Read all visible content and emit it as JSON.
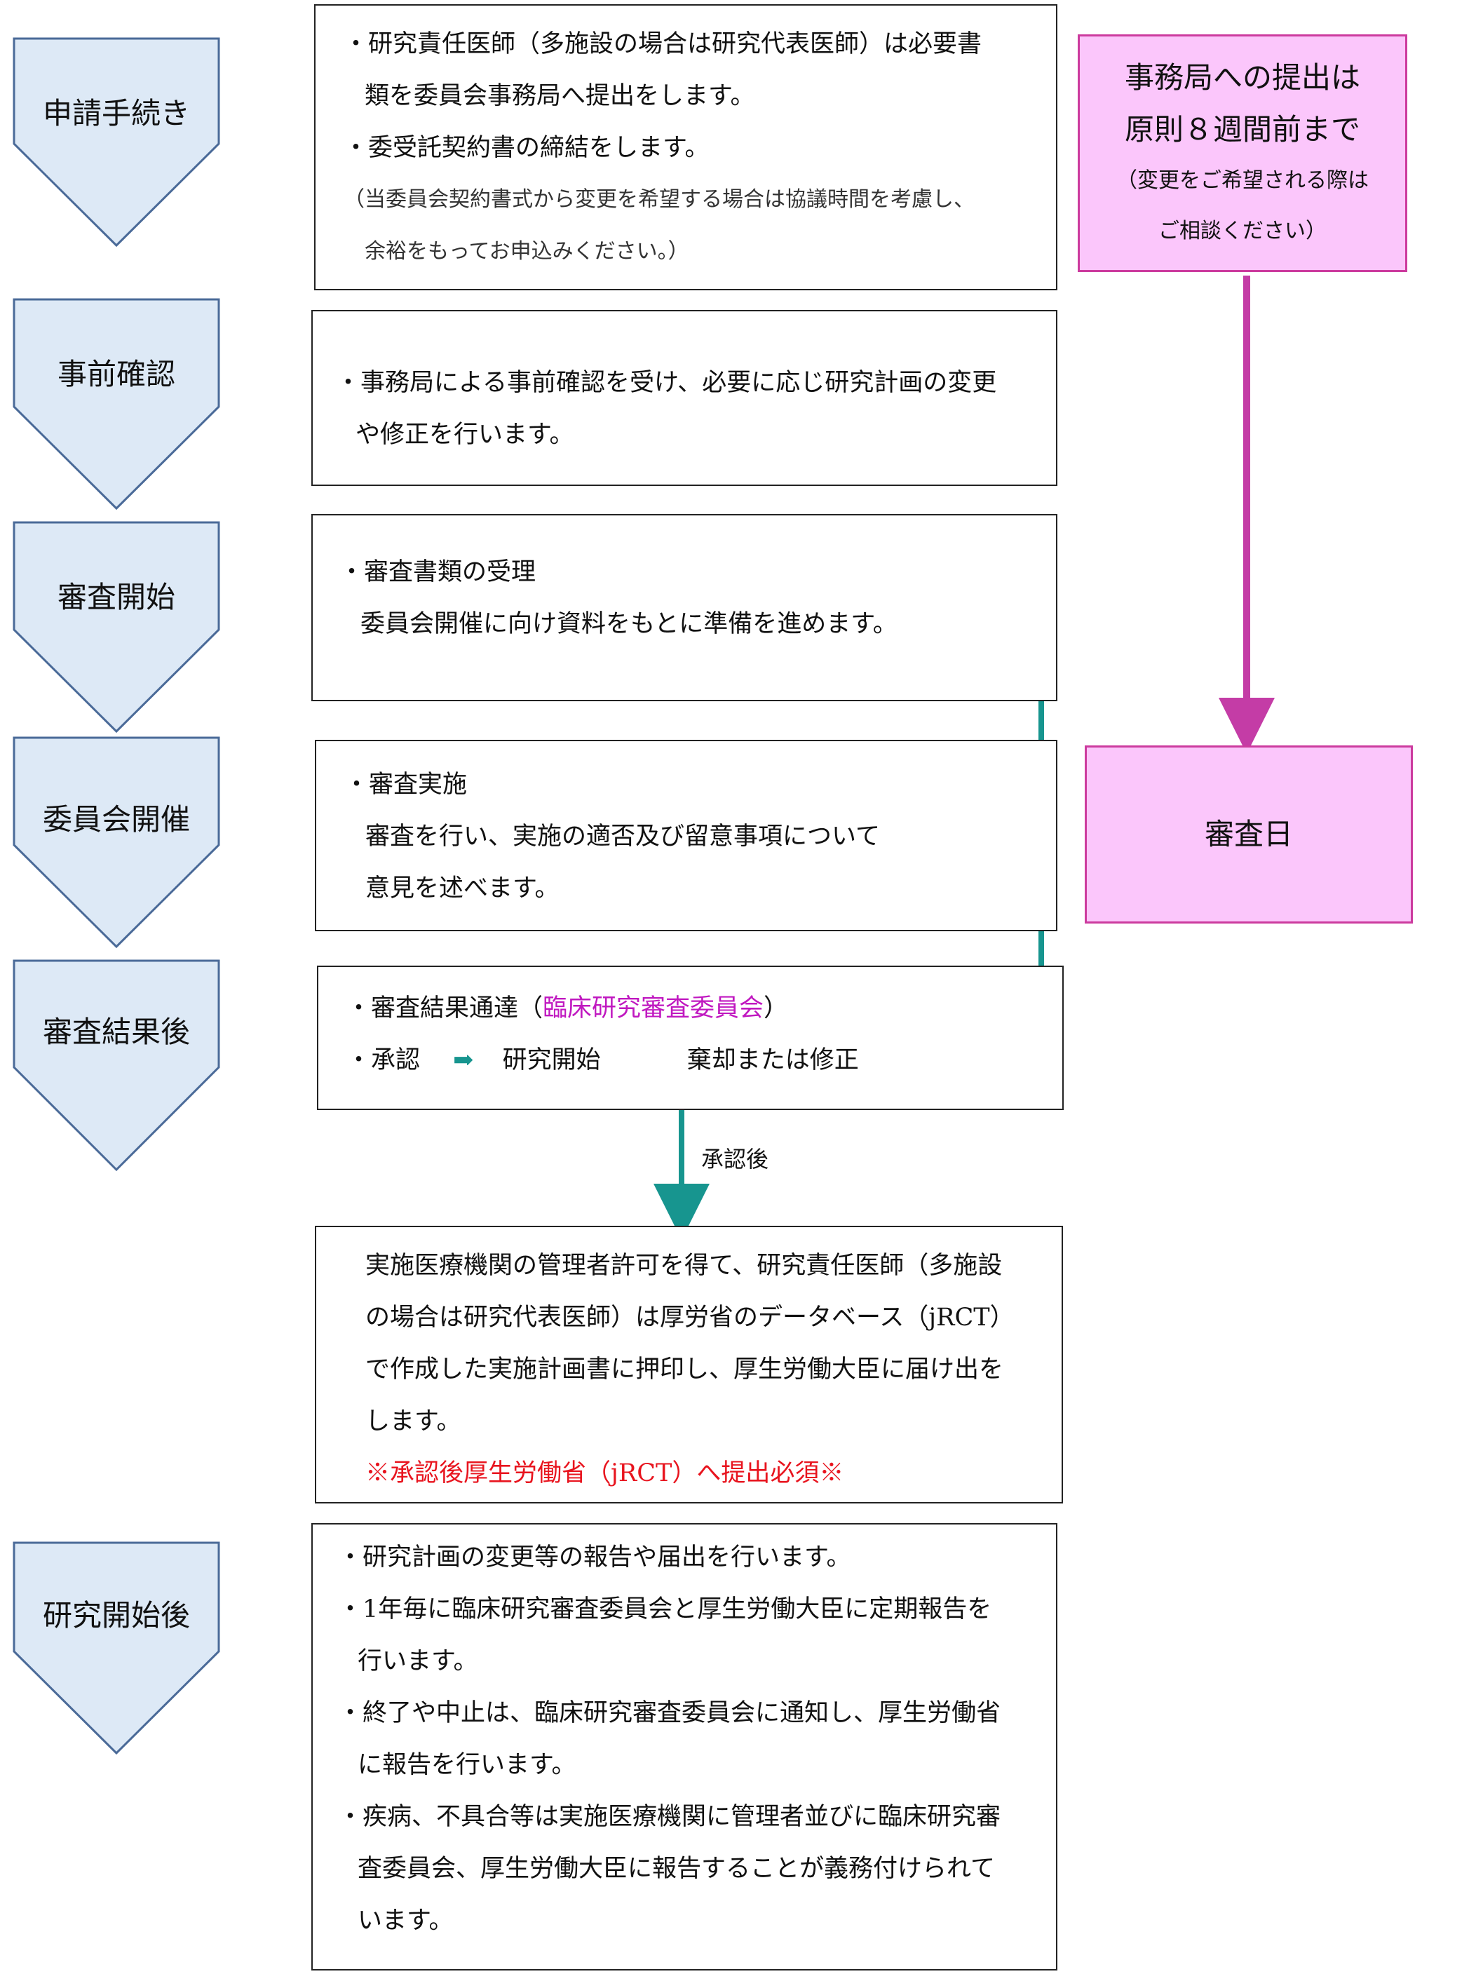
{
  "stages": [
    {
      "label": "申請手続き"
    },
    {
      "label": "事前確認"
    },
    {
      "label": "審査開始"
    },
    {
      "label": "委員会開催"
    },
    {
      "label": "審査結果後"
    },
    {
      "label": "研究開始後"
    }
  ],
  "boxes": {
    "application": {
      "line1": "・研究責任医師（多施設の場合は研究代表医師）は必要書",
      "line2": "類を委員会事務局へ提出をします。",
      "line3": "・委受託契約書の締結をします。",
      "line4": "（当委員会契約書式から変更を希望する場合は協議時間を考慮し、",
      "line5": "余裕をもってお申込みください。）"
    },
    "precheck": {
      "line1": "・事務局による事前確認を受け、必要に応じ研究計画の変更",
      "line2": "や修正を行います。"
    },
    "review_start": {
      "line1": "・審査書類の受理",
      "line2": "委員会開催に向け資料をもとに準備を進めます。"
    },
    "meeting": {
      "line1": "・審査実施",
      "line2": "審査を行い、実施の適否及び留意事項について",
      "line3": "意見を述べます。"
    },
    "result": {
      "line1_prefix": "・審査結果通達（",
      "line1_highlight": "臨床研究審査委員会",
      "line1_suffix": "）",
      "approve": "・承認",
      "arrow": "➡",
      "start": "研究開始",
      "reject": "棄却または修正"
    },
    "after_approval_label": "承認後",
    "jrct": {
      "line1": "実施医療機関の管理者許可を得て、研究責任医師（多施設",
      "line2": "の場合は研究代表医師）は厚労省のデータベース（jRCT）",
      "line3": "で作成した実施計画書に押印し、厚生労働大臣に届け出を",
      "line4": "します。",
      "line5": "※承認後厚生労働省（jRCT）へ提出必須※"
    },
    "post_start": {
      "line1": "・研究計画の変更等の報告や届出を行います。",
      "line2": "・1年毎に臨床研究審査委員会と厚生労働大臣に定期報告を",
      "line3": "行います。",
      "line4": "・終了や中止は、臨床研究審査委員会に通知し、厚生労働省",
      "line5": "に報告を行います。",
      "line6": "・疾病、不具合等は実施医療機関に管理者並びに臨床研究審",
      "line7": "査委員会、厚生労働大臣に報告することが義務付けられて",
      "line8": "います。"
    }
  },
  "deadline": {
    "line1": "事務局への提出は",
    "line2": "原則８週間前まで",
    "line3": "（変更をご希望される際は",
    "line4": "ご相談ください）"
  },
  "review_day": {
    "label": "審査日"
  },
  "colors": {
    "stage_fill": "#dde9f6",
    "stage_stroke": "#4a6a98",
    "pink_fill": "#fbc6fb",
    "pink_stroke": "#cc3b9e",
    "teal": "#17958f",
    "magenta": "#c018c0",
    "red": "#e8141e"
  }
}
